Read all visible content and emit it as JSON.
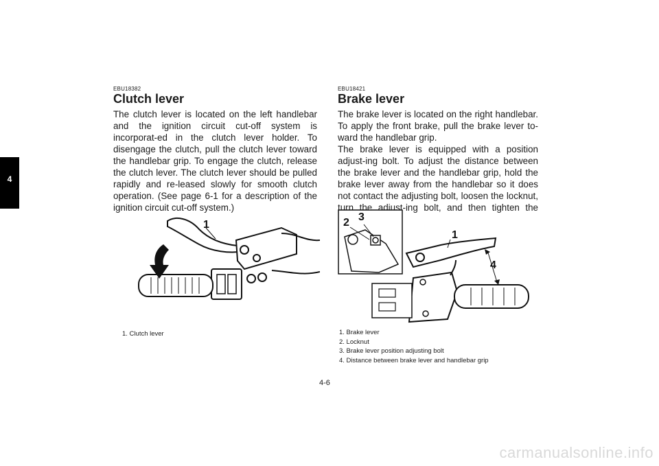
{
  "chapter_tab": "4",
  "left": {
    "code": "EBU18382",
    "heading": "Clutch lever",
    "paragraph": "The clutch lever is located on the left handlebar and the ignition circuit cut-off system is incorporat-ed in the clutch lever holder. To disengage the clutch, pull the clutch lever toward the handlebar grip. To engage the clutch, release the clutch lever. The clutch lever should be pulled rapidly and re-leased slowly for smooth clutch operation. (See page 6-1 for a description of the ignition circuit cut-off system.)",
    "figure_label": "1",
    "caption": "1. Clutch lever"
  },
  "right": {
    "code": "EBU18421",
    "heading": "Brake lever",
    "paragraph1": "The brake lever is located on the right handlebar. To apply the front brake, pull the brake lever to-ward the handlebar grip.",
    "paragraph2": "The brake lever is equipped with a position adjust-ing bolt. To adjust the distance between the brake lever and the handlebar grip, hold the brake lever away from the handlebar so it does not contact the adjusting bolt, loosen the locknut, turn the adjust-ing bolt, and then tighten the locknut.",
    "figure_labels": [
      "2",
      "3",
      "1",
      "4"
    ],
    "captions": [
      "1. Brake lever",
      "2. Locknut",
      "3. Brake lever position adjusting bolt",
      "4. Distance between brake lever and handlebar grip"
    ]
  },
  "page_number": "4-6",
  "watermark": "carmanualsonline.info"
}
